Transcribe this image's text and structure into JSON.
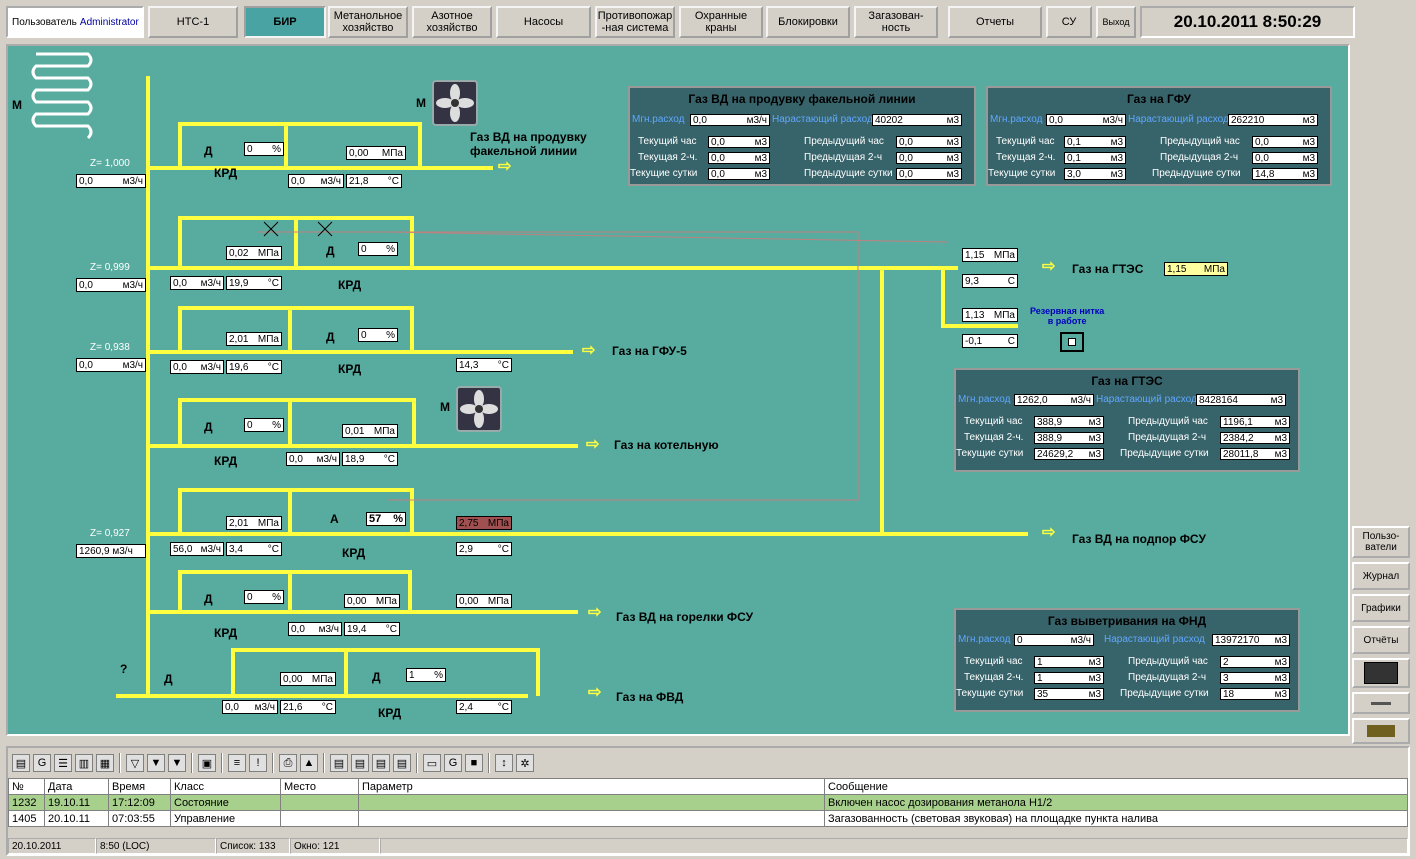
{
  "header": {
    "user_label": "Пользователь",
    "user_name": "Administrator",
    "clock": "20.10.2011 8:50:29"
  },
  "topnav": [
    {
      "label": "НТС-1"
    },
    {
      "label": "БИР",
      "active": true
    },
    {
      "label": "Метанольное\nхозяйство"
    },
    {
      "label": "Азотное\nхозяйство"
    },
    {
      "label": "Насосы"
    },
    {
      "label": "Противопожар\n-ная система"
    },
    {
      "label": "Охранные\nкраны"
    },
    {
      "label": "Блокировки"
    },
    {
      "label": "Загазован-\nность"
    },
    {
      "label": "Отчеты"
    },
    {
      "label": "СУ"
    },
    {
      "label": "Выход"
    }
  ],
  "rightbar": [
    {
      "label": "Пользо-\nватели"
    },
    {
      "label": "Журнал"
    },
    {
      "label": "Графики"
    },
    {
      "label": "Отчёты"
    }
  ],
  "scheme": {
    "m1": "М",
    "m2": "М",
    "m3": "М",
    "d": "Д",
    "a": "А",
    "q": "?",
    "krd": "КРД",
    "z1": "Z= 1,000",
    "z1f": "0,0",
    "z1u": "м3/ч",
    "z2": "Z= 0,999",
    "z2f": "0,0",
    "z2u": "м3/ч",
    "z3": "Z= 0,938",
    "z3f": "0,0",
    "z3u": "м3/ч",
    "z4": "Z= 0,927",
    "z4f": "1260,9 м3/ч",
    "pct0": "0",
    "pctu": "%",
    "pct57": "57",
    "pct1": "1",
    "l1p": "0,00",
    "l1f": "0,0",
    "l1t": "21,8",
    "l2p": "0,02",
    "l2f": "0,0",
    "l2t": "19,9",
    "l3p": "2,01",
    "l3f": "0,0",
    "l3t": "19,6",
    "l3t2": "14,3",
    "l4p": "0,01",
    "l4f": "0,0",
    "l4t": "18,9",
    "l5p": "2,01",
    "l5f": "56,0",
    "l5t": "3,4",
    "l5p2": "2,75",
    "l5t2": "2,9",
    "l6p": "0,00",
    "l6f": "0,0",
    "l6t": "19,4",
    "l6p2": "0,00",
    "l7p": "0,00",
    "l7f": "0,0",
    "l7t": "21,6",
    "l7t2": "2,4",
    "mpa": "МПа",
    "m3h": "м3/ч",
    "degc": "°С",
    "c": "С",
    "gtes_p1": "1,15",
    "gtes_t": "9,3",
    "gtes_p2": "1,13",
    "gtes_t2": "-0,1",
    "gtes_out": "1,15",
    "reserve": "Резервная нитка\nв работе",
    "dest1": "Газ ВД на продувку\nфакельной линии",
    "dest2": "Газ на ГТЭС",
    "dest3": "Газ на ГФУ-5",
    "dest4": "Газ на котельную",
    "dest5": "Газ ВД на подпор ФСУ",
    "dest6": "Газ ВД на горелки ФСУ",
    "dest7": "Газ на ФВД"
  },
  "panels": {
    "flare": {
      "title": "Газ ВД на продувку факельной линии",
      "inst_label": "Мгн.расход",
      "inst": "0,0",
      "inst_u": "м3/ч",
      "cum_label": "Нарастающий расход",
      "cum": "40202",
      "cum_u": "м3",
      "rows": [
        [
          "Текущий час",
          "0,0",
          "Предыдущий час",
          "0,0"
        ],
        [
          "Текущая 2-ч.",
          "0,0",
          "Предыдущая 2-ч",
          "0,0"
        ],
        [
          "Текущие сутки",
          "0,0",
          "Предыдущие сутки",
          "0,0"
        ]
      ]
    },
    "gfu": {
      "title": "Газ на ГФУ",
      "inst_label": "Мгн.расход",
      "inst": "0,0",
      "inst_u": "м3/ч",
      "cum_label": "Нарастающий расход",
      "cum": "262210",
      "cum_u": "м3",
      "rows": [
        [
          "Текущий час",
          "0,1",
          "Предыдущий час",
          "0,0"
        ],
        [
          "Текущая 2-ч.",
          "0,1",
          "Предыдущая 2-ч",
          "0,0"
        ],
        [
          "Текущие сутки",
          "3,0",
          "Предыдущие сутки",
          "14,8"
        ]
      ]
    },
    "gtes": {
      "title": "Газ на ГТЭС",
      "inst_label": "Мгн.расход",
      "inst": "1262,0",
      "inst_u": "м3/ч",
      "cum_label": "Нарастающий расход",
      "cum": "8428164",
      "cum_u": "м3",
      "rows": [
        [
          "Текущий час",
          "388,9",
          "Предыдущий час",
          "1196,1"
        ],
        [
          "Текущая 2-ч.",
          "388,9",
          "Предыдущая 2-ч",
          "2384,2"
        ],
        [
          "Текущие сутки",
          "24629,2",
          "Предыдущие сутки",
          "28011,8"
        ]
      ]
    },
    "fnd": {
      "title": "Газ выветривания на ФНД",
      "inst_label": "Мгн.расход",
      "inst": "0",
      "inst_u": "м3/ч",
      "cum_label": "Нарастающий расход",
      "cum": "13972170",
      "cum_u": "м3",
      "rows": [
        [
          "Текущий час",
          "1",
          "Предыдущий час",
          "2"
        ],
        [
          "Текущая 2-ч.",
          "1",
          "Предыдущая 2-ч",
          "3"
        ],
        [
          "Текущие сутки",
          "35",
          "Предыдущие сутки",
          "18"
        ]
      ]
    },
    "unit": "м3"
  },
  "log": {
    "headers": [
      "№",
      "Дата",
      "Время",
      "Класс",
      "Место",
      "Параметр",
      "Сообщение"
    ],
    "rows": [
      [
        "1232",
        "19.10.11",
        "17:12:09",
        "Состояние",
        "",
        "",
        "Включен насос дозирования метанола Н1/2"
      ],
      [
        "1405",
        "20.10.11",
        "07:03:55",
        "Управление",
        "",
        "",
        "Загазованность (световая звуковая) на площадке пункта налива"
      ]
    ]
  },
  "status": {
    "date": "20.10.2011",
    "time": "8:50 (LOC)",
    "list": "Список: 133",
    "window": "Окно: 121"
  }
}
